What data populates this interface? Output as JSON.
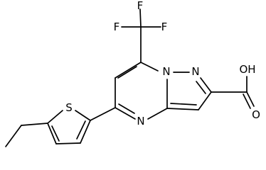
{
  "molecule": {
    "atoms": {
      "F1": "F",
      "F2": "F",
      "F3": "F",
      "S": "S",
      "N1": "N",
      "N2": "N",
      "N3": "N",
      "OH": "OH",
      "O": "O"
    }
  }
}
